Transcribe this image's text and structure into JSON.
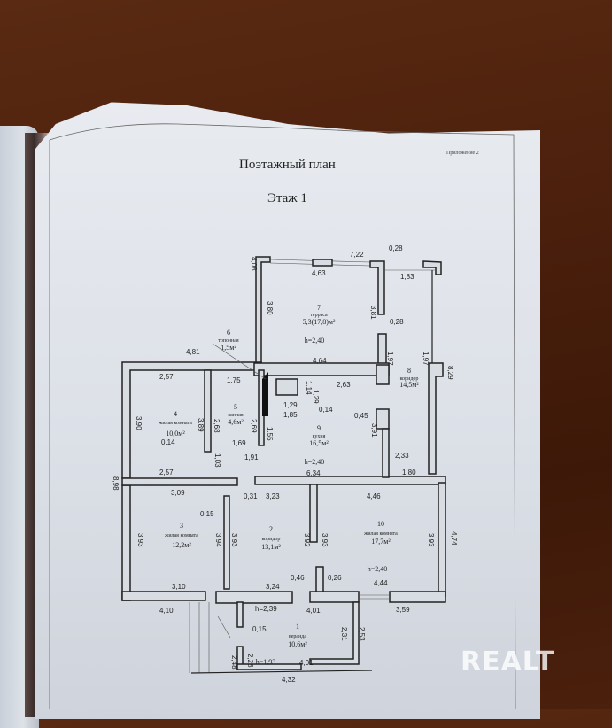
{
  "document": {
    "title": "Поэтажный план",
    "floor": "Этаж 1",
    "appendix": "Приложение 2"
  },
  "rooms": [
    {
      "num": "1",
      "name": "веранда",
      "area": "10,6м²",
      "height": "h=1,93"
    },
    {
      "num": "2",
      "name": "коридор",
      "area": "13,1м²"
    },
    {
      "num": "3",
      "name": "жилая комната",
      "area": "12,2м²"
    },
    {
      "num": "4",
      "name": "жилая комната",
      "area": "10,0м²"
    },
    {
      "num": "5",
      "name": "ванная",
      "area": "4,6м²"
    },
    {
      "num": "6",
      "name": "топочная",
      "area": "1,5м²"
    },
    {
      "num": "7",
      "name": "терраса",
      "area": "5,3(17,8)м²",
      "height": "h=2,40"
    },
    {
      "num": "8",
      "name": "коридор",
      "area": "14,5м²"
    },
    {
      "num": "9",
      "name": "кухня",
      "area": "16,5м²",
      "height": "h=2,40"
    },
    {
      "num": "10",
      "name": "жилая комната",
      "area": "17,7м²",
      "height": "h=2,40"
    }
  ],
  "dimensions": {
    "terrace_top": "7,22",
    "terrace_inner": "4,63",
    "terrace_corner": "0,28",
    "terrace_right": "1,83",
    "terrace_left_outer": "4,08",
    "terrace_left_inner": "3,80",
    "terrace_right_inner": "3,81",
    "terrace_gap": "0,28",
    "terrace_bottom": "4,64",
    "corridor8_left": "1,97",
    "corridor8_right": "1,97",
    "corridor8_outer": "8,29",
    "top_left_wall": "4,81",
    "room4_top": "2,57",
    "room4_bottom": "2,57",
    "room4_left": "3,90",
    "room4_right": "3,89",
    "room4_gap": "0,14",
    "door_403": "1,03",
    "bath_top": "1,75",
    "bath_left": "2,68",
    "bath_right": "2,69",
    "bath_bottom": "1,69",
    "bath_diag": "1,91",
    "boiler_w": "1,29",
    "boiler_h": "1,14",
    "boiler_side": "1,29",
    "kitchen_top": "2,63",
    "kitchen_left": "1,85",
    "kitchen_gap": "0,14",
    "kitchen_vert": "1,55",
    "kitchen_right": "3,91",
    "kitchen_door": "0,45",
    "kitchen_bottom": "6,34",
    "corr8_w": "2,33",
    "corr8_bottom": "1,80",
    "left_total": "8,98",
    "room3_top": "3,09",
    "room3_left": "3,93",
    "room3_right": "3,94",
    "room3_bottom": "3,10",
    "room3_door": "0,15",
    "corr2_gap": "0,31",
    "corr2_top": "3,23",
    "corr2_left": "3,93",
    "corr2_right": "3,92",
    "corr2_bottom": "3,24",
    "room10_top": "4,46",
    "room10_left": "3,93",
    "room10_right": "3,93",
    "room10_outer": "4,74",
    "room10_bottom": "4,44",
    "room10_door": "0,26",
    "bottom_right": "3,59",
    "bottom_left": "4,10",
    "corr_door": "0,46",
    "veranda_h": "h=2,39",
    "veranda_top": "4,01",
    "veranda_door": "0,15",
    "veranda_left_out": "2,48",
    "veranda_left_in": "2,28",
    "veranda_bottom_in": "4,01",
    "veranda_bottom_out": "4,32",
    "veranda_right_in": "2,31",
    "veranda_right_out": "2,53"
  },
  "watermark": "REALT"
}
